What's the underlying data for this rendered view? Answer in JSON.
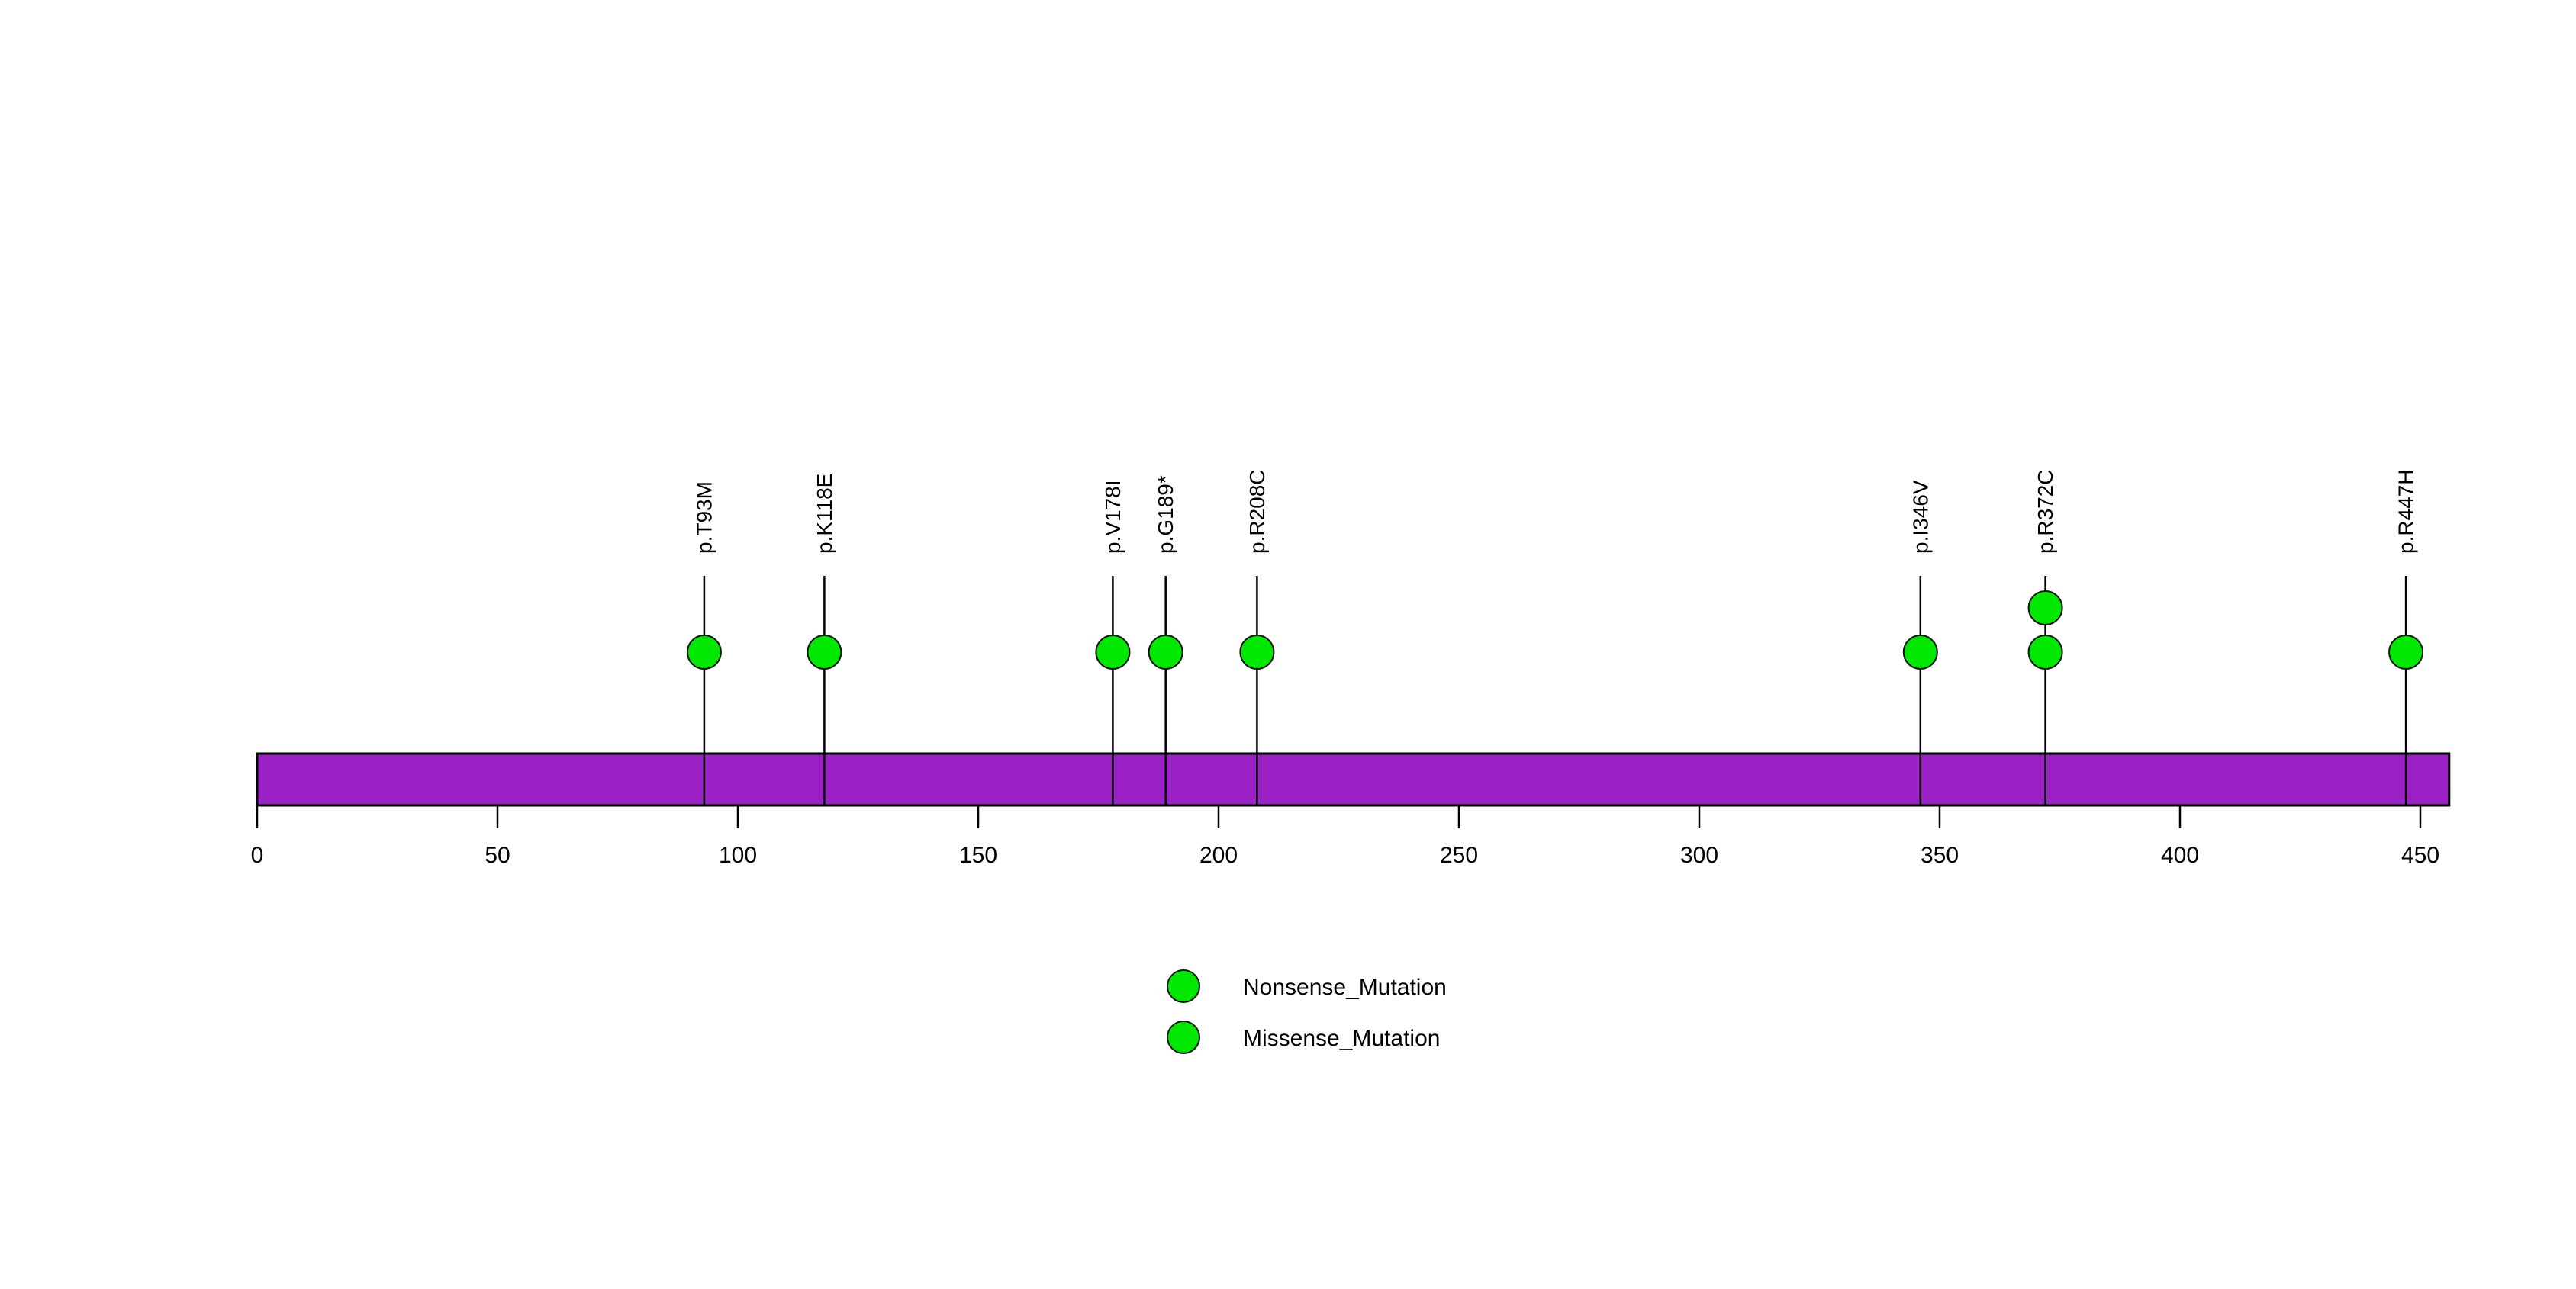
{
  "chart_data": {
    "type": "scatter",
    "plot_kind": "lollipop-mutation-diagram",
    "title": "",
    "xlabel": "",
    "ylabel": "",
    "xlim": [
      0,
      462
    ],
    "grid": false,
    "protein_domain": {
      "label": "",
      "start": 0,
      "end": 456,
      "color": "#9A21C4",
      "border_color": "#000000"
    },
    "axis": {
      "ticks": [
        0,
        50,
        100,
        150,
        200,
        250,
        300,
        350,
        400,
        450
      ],
      "tick_labels": [
        "0",
        "50",
        "100",
        "150",
        "200",
        "250",
        "300",
        "350",
        "400",
        "450"
      ]
    },
    "mutations": [
      {
        "label": "p.T93M",
        "position": 93,
        "count": 1,
        "type": "Missense_Mutation",
        "color": "#00E800"
      },
      {
        "label": "p.K118E",
        "position": 118,
        "count": 1,
        "type": "Missense_Mutation",
        "color": "#00E800"
      },
      {
        "label": "p.V178I",
        "position": 178,
        "count": 1,
        "type": "Missense_Mutation",
        "color": "#00E800"
      },
      {
        "label": "p.G189*",
        "position": 189,
        "count": 1,
        "type": "Nonsense_Mutation",
        "color": "#00E800"
      },
      {
        "label": "p.R208C",
        "position": 208,
        "count": 1,
        "type": "Missense_Mutation",
        "color": "#00E800"
      },
      {
        "label": "p.I346V",
        "position": 346,
        "count": 1,
        "type": "Missense_Mutation",
        "color": "#00E800"
      },
      {
        "label": "p.R372C",
        "position": 372,
        "count": 2,
        "type": "Missense_Mutation",
        "color": "#00E800"
      },
      {
        "label": "p.R447H",
        "position": 447,
        "count": 1,
        "type": "Missense_Mutation",
        "color": "#00E800"
      }
    ],
    "legend": {
      "position": "bottom-center",
      "entries": [
        {
          "label": "Nonsense_Mutation",
          "color": "#00E800"
        },
        {
          "label": "Missense_Mutation",
          "color": "#00E800"
        }
      ]
    }
  }
}
